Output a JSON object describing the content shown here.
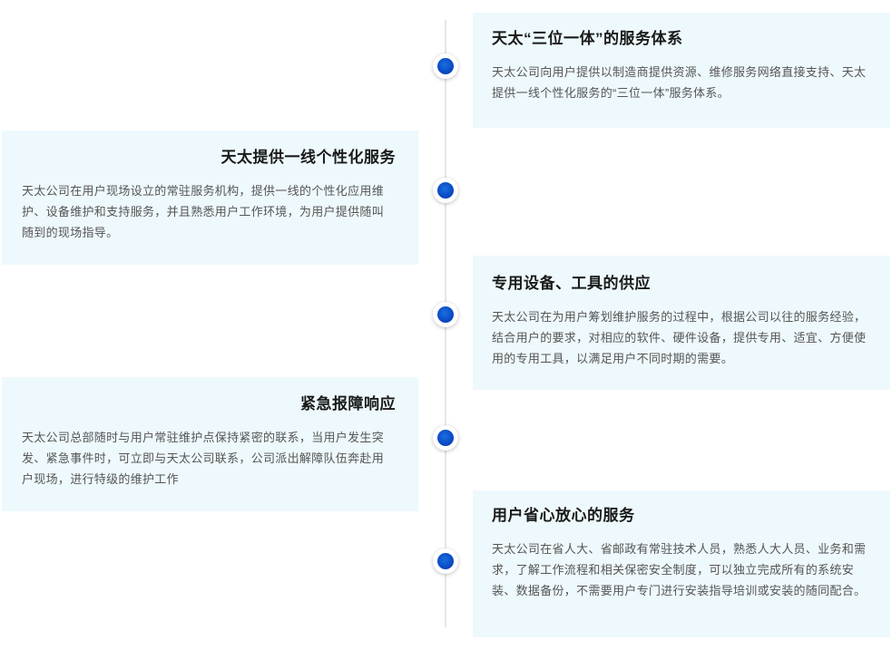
{
  "timeline": {
    "items": [
      {
        "title": "天太“三位一体”的服务体系",
        "description": "天太公司向用户提供以制造商提供资源、维修服务网络直接支持、天太提供一线个性化服务的“三位一体”服务体系。"
      },
      {
        "title": "天太提供一线个性化服务",
        "description": "天太公司在用户现场设立的常驻服务机构，提供一线的个性化应用维护、设备维护和支持服务，并且熟悉用户工作环境，为用户提供随叫随到的现场指导。"
      },
      {
        "title": "专用设备、工具的供应",
        "description": "天太公司在为用户筹划维护服务的过程中，根据公司以往的服务经验，结合用户的要求，对相应的软件、硬件设备，提供专用、适宜、方便使用的专用工具，以满足用户不同时期的需要。"
      },
      {
        "title": "紧急报障响应",
        "description": "天太公司总部随时与用户常驻维护点保持紧密的联系，当用户发生突发、紧急事件时，可立即与天太公司联系，公司派出解障队伍奔赴用户现场，进行特级的维护工作"
      },
      {
        "title": "用户省心放心的服务",
        "description": "天太公司在省人大、省邮政有常驻技术人员，熟悉人大人员、业务和需求，了解工作流程和相关保密安全制度，可以独立完成所有的系统安装、数据备份，不需要用户专门进行安装指导培训或安装的随同配合。"
      }
    ]
  },
  "colors": {
    "card_background": "#eef9fd",
    "dot": "#0a49c4",
    "line": "#e6e6e6"
  }
}
